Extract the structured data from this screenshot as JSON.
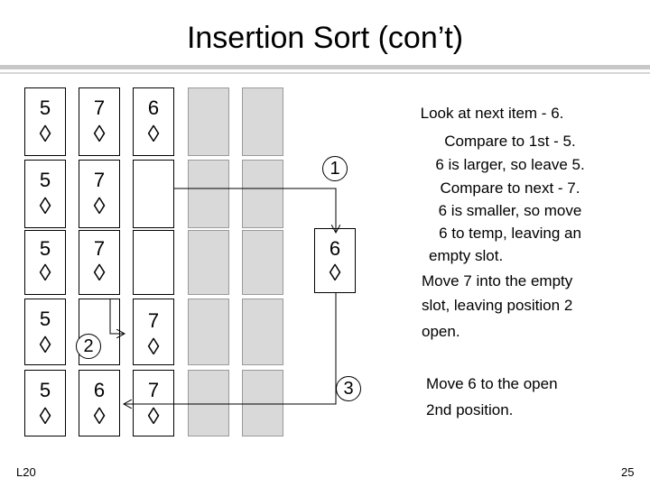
{
  "slide": {
    "title": "Insertion Sort (con’t)",
    "footer_left": "L20",
    "page_number": "25"
  },
  "suit_glyph": "◊",
  "rows": [
    {
      "cards": [
        "5",
        "7",
        "6"
      ]
    },
    {
      "cards": [
        "5",
        "7"
      ]
    },
    {
      "cards": [
        "5",
        "7"
      ]
    },
    {
      "cards": [
        "5",
        "7"
      ]
    },
    {
      "cards": [
        "5",
        "6",
        "7"
      ]
    }
  ],
  "temp_card": "6",
  "step_labels": {
    "step1": "1",
    "step2": "2",
    "step3": "3"
  },
  "notes": {
    "line1": "Look at next item - 6.",
    "line2": "Compare to 1st - 5.",
    "line3": "6 is larger, so leave 5.",
    "line4": "Compare to next - 7.",
    "line5": "6 is smaller, so move",
    "line6": "6 to temp, leaving an",
    "line7": "empty slot.",
    "line8": "Move 7 into the empty",
    "line9": "slot, leaving position 2",
    "line10": "open.",
    "line11": "Move 6 to the open",
    "line12": "2nd position."
  }
}
